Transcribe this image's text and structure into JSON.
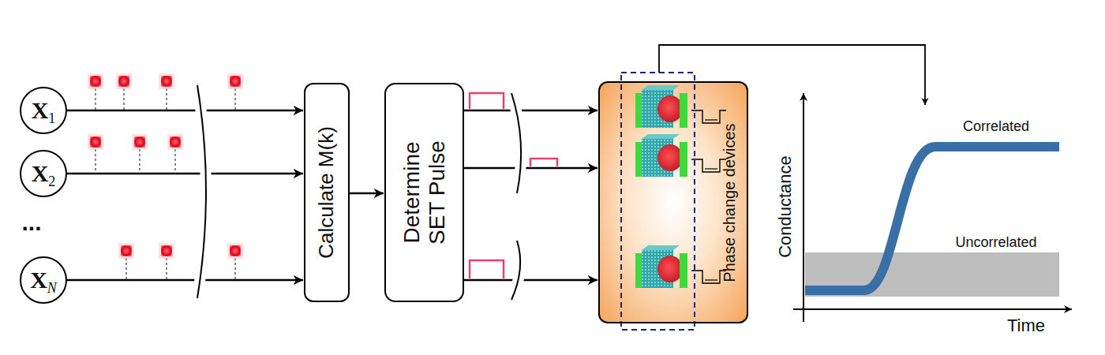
{
  "diagram": {
    "nodes": [
      {
        "text": [
          "X",
          "1"
        ]
      },
      {
        "text": [
          "X",
          "2"
        ]
      },
      {
        "text": [
          "X",
          "N"
        ]
      },
      {
        "text": [
          "Calculate M(k)"
        ]
      },
      {
        "text": [
          "Determine SET Pulse"
        ]
      },
      {
        "text": [
          "Phase change devices"
        ]
      }
    ],
    "edges": [
      {
        "from": 0,
        "to": 3,
        "arrow": "to"
      },
      {
        "from": 1,
        "to": 3,
        "arrow": "to"
      },
      {
        "from": 2,
        "to": 3,
        "arrow": "to"
      },
      {
        "from": 3,
        "to": 4,
        "arrow": "to"
      },
      {
        "from": 4,
        "to": 5,
        "arrow": "to"
      },
      {
        "from": 4,
        "to": 5,
        "arrow": "to"
      },
      {
        "from": 4,
        "to": 5,
        "arrow": "to"
      }
    ],
    "labels": [
      "...",
      "Conductance",
      "Time",
      "Correlated",
      "Uncorrelated"
    ]
  }
}
